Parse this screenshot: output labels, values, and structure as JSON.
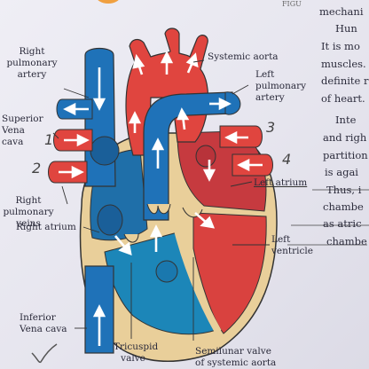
{
  "header": {
    "fragment": "FIGU"
  },
  "labels": {
    "right_pulmonary_artery": "Right\npulmonary\nartery",
    "systemic_aorta": "Systemic aorta",
    "left_pulmonary_artery": "Left\npulmonary\nartery",
    "superior_vena_cava": "Superior\nVena\ncava",
    "right_pulmonary_veins": "Right\npulmonary\nveins",
    "left_atrium": "Left atrium",
    "right_atrium": "Right atrium",
    "left_ventricle": "Left\nventricle",
    "inferior_vena_cava": "Inferior\nVena cava",
    "tricuspid_valve": "Tricuspid\nvalve",
    "semilunar_valve": "Semilunar valve\nof systemic aorta"
  },
  "handwritten": {
    "n1": "1",
    "n2": "2",
    "n3": "3",
    "n4": "4"
  },
  "column": {
    "l1": "mechani",
    "l2": "Hun",
    "l3": "It is mo",
    "l4": "muscles.",
    "l5": "definite r",
    "l6": "of heart.",
    "l7": "Inte",
    "l8": "and righ",
    "l9": "partition",
    "l10": "is agai",
    "l11": "Thus, i",
    "l12": "chambe",
    "l13": "as atric",
    "l14": "chambe"
  },
  "colors": {
    "deoxygenated": "#1f72b8",
    "oxygenated": "#e0453f",
    "wall": "#e9cf9a"
  }
}
